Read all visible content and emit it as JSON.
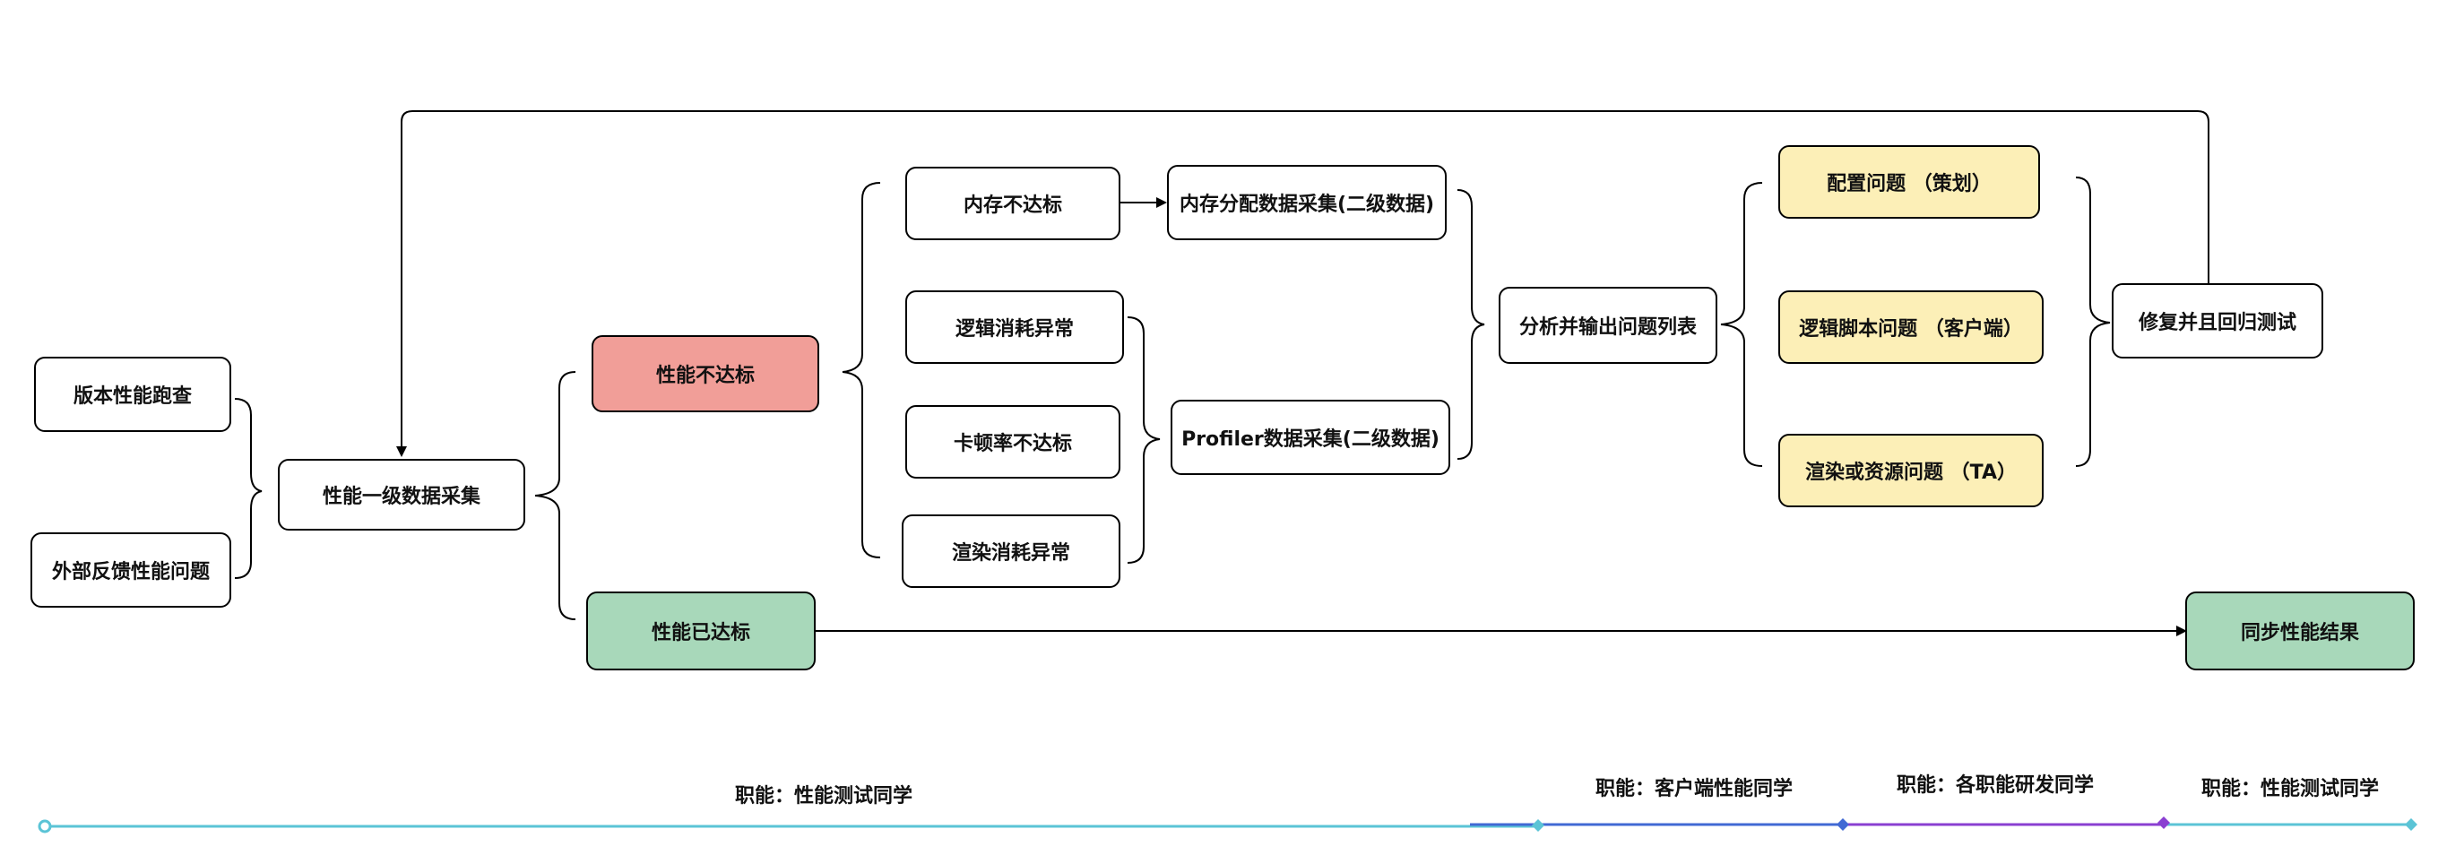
{
  "nodes": {
    "version_run": "版本性能跑查",
    "external_feedback": "外部反馈性能问题",
    "primary_collect": "性能一级数据采集",
    "perf_fail": "性能不达标",
    "perf_pass": "性能已达标",
    "mem_fail": "内存不达标",
    "logic_anomaly": "逻辑消耗异常",
    "fps_fail": "卡顿率不达标",
    "render_anomaly": "渲染消耗异常",
    "mem_alloc_collect": "内存分配数据采集(二级数据)",
    "profiler_collect": "Profiler数据采集(二级数据)",
    "analyze": "分析并输出问题列表",
    "config_issue": "配置问题 （策划）",
    "logic_script_issue": "逻辑脚本问题 （客户端）",
    "render_resource_issue": "渲染或资源问题 （TA）",
    "fix_regress": "修复并且回归测试",
    "sync_result": "同步性能结果"
  },
  "roles": {
    "perf_test_1": "职能：性能测试同学",
    "client_perf": "职能：客户端性能同学",
    "rd_all": "职能：各职能研发同学",
    "perf_test_2": "职能：性能测试同学"
  },
  "colors": {
    "fail": "#f19e98",
    "pass": "#a8d8ba",
    "issue": "#fcefb7",
    "timeline_cyan": "#5bc4d6",
    "timeline_blue": "#4169d4",
    "timeline_purple": "#8a3fd1"
  }
}
